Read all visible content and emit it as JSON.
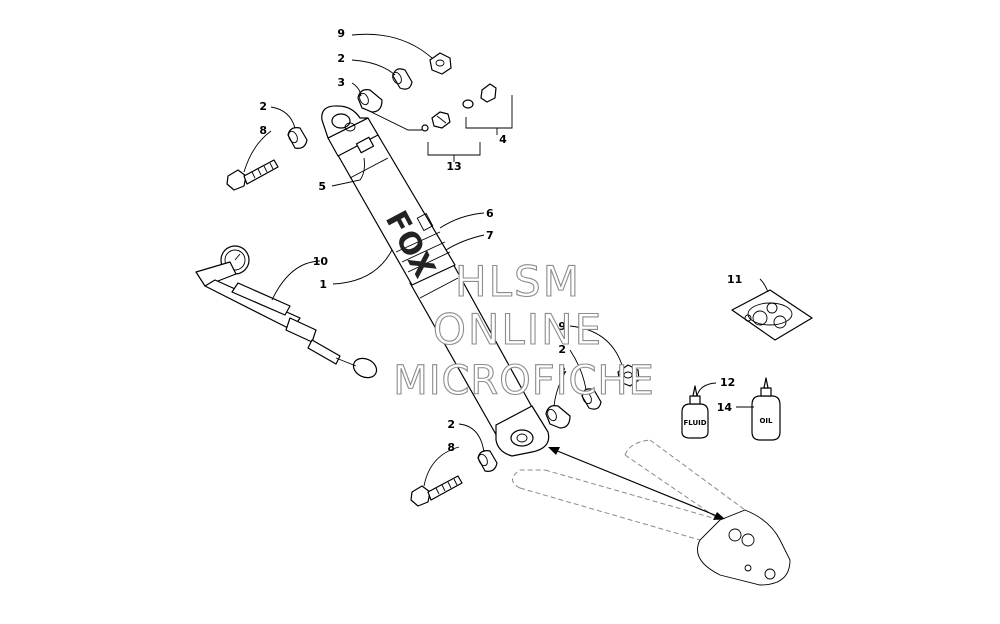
{
  "callouts": {
    "c9a": "9",
    "c2a": "2",
    "c3a": "3",
    "c2b": "2",
    "c8a": "8",
    "c13": "13",
    "c4": "4",
    "c5": "5",
    "c6": "6",
    "c7": "7",
    "c1": "1",
    "c10": "10",
    "c11": "11",
    "c9b": "9",
    "c2c": "2",
    "c3b": "3",
    "c12": "12",
    "c14": "14",
    "c2d": "2",
    "c8b": "8"
  },
  "shock_brand": "FOX",
  "bottle_fluid": "FLUID",
  "bottle_oil": "OIL",
  "watermark": {
    "line1": "HLSM",
    "line2": "ONLINE",
    "line3": "MICROFICHE"
  }
}
